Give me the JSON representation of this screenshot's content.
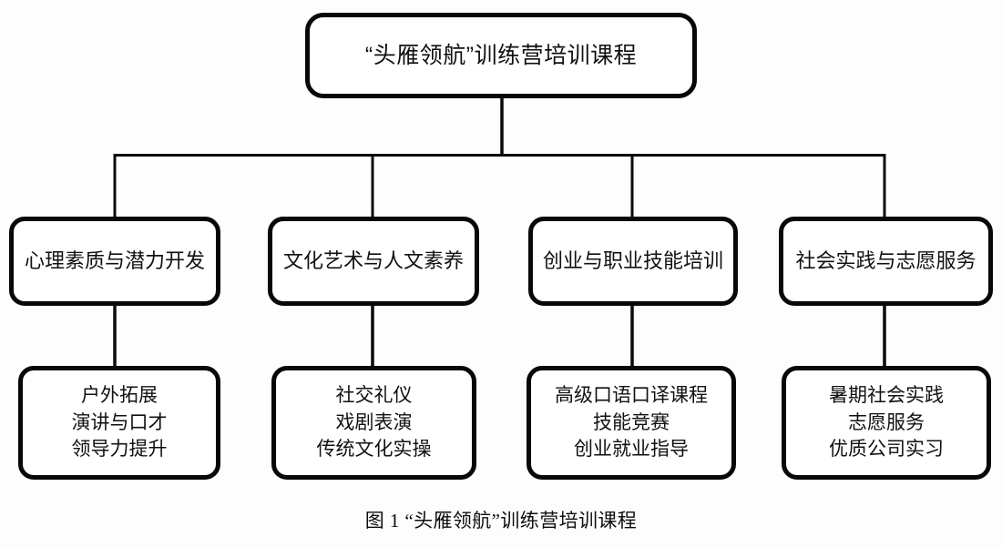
{
  "figure": {
    "title": "“头雁领航”训练营培训课程",
    "caption": "图 1 “头雁领航”训练营培训课程",
    "colors": {
      "border": "#080808",
      "background": "#fdfdfd",
      "text": "#111111",
      "line": "#0a0a0a"
    }
  },
  "chart_data": {
    "type": "diagram",
    "title": "“头雁领航”训练营培训课程",
    "root": "“头雁领航”训练营培训课程",
    "branches": [
      {
        "label": "心理素质与潜力开发",
        "courses": [
          "户外拓展",
          "演讲与口才",
          "领导力提升"
        ]
      },
      {
        "label": "文化艺术与人文素养",
        "courses": [
          "社交礼仪",
          "戏剧表演",
          "传统文化实操"
        ]
      },
      {
        "label": "创业与职业技能培训",
        "courses": [
          "高级口语口译课程",
          "技能竞赛",
          "创业就业指导"
        ]
      },
      {
        "label": "社会实践与志愿服务",
        "courses": [
          "暑期社会实践",
          "志愿服务",
          "优质公司实习"
        ]
      }
    ]
  }
}
